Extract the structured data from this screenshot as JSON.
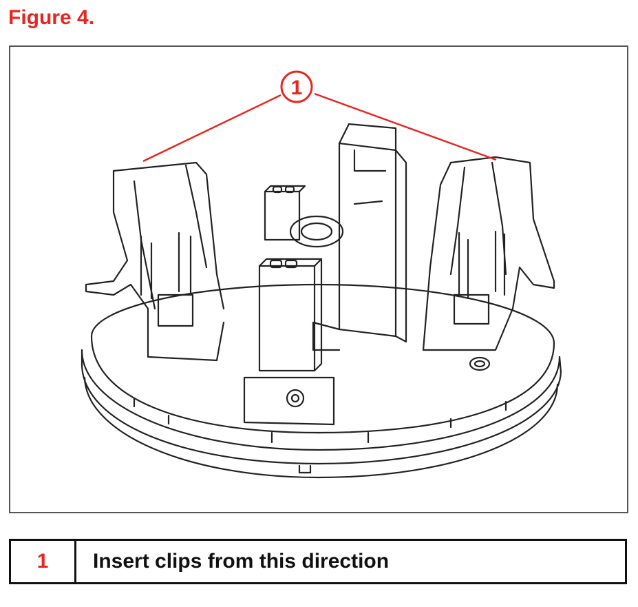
{
  "figure": {
    "title": "Figure 4.",
    "accent_color": "#e8261f",
    "line_color": "#222222"
  },
  "callout": {
    "number": "1"
  },
  "legend": {
    "rows": [
      {
        "number": "1",
        "description": "Insert clips from this direction"
      }
    ]
  }
}
